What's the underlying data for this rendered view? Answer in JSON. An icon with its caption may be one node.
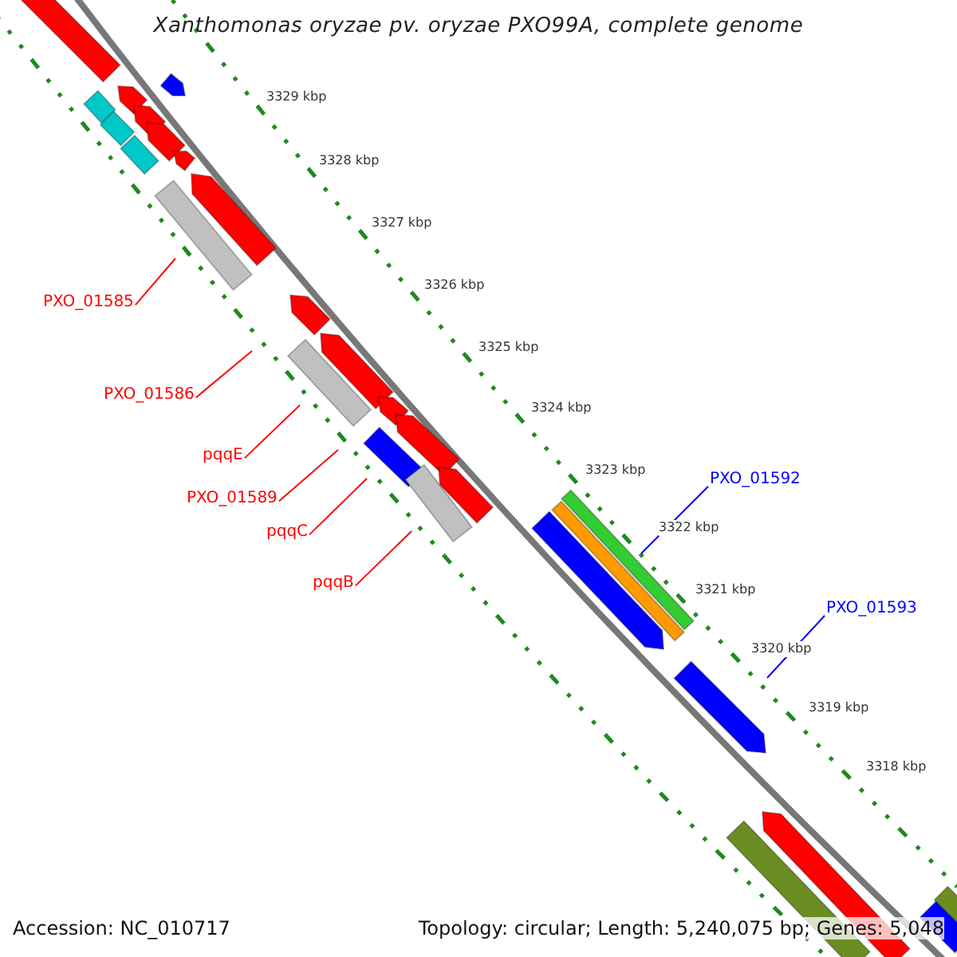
{
  "diagram": {
    "title": "Xanthomonas oryzae pv. oryzae PXO99A, complete genome",
    "nodes": [
      {
        "text": [
          "PXO_01585"
        ]
      },
      {
        "text": [
          "PXO_01586"
        ]
      },
      {
        "text": [
          "pqqE"
        ]
      },
      {
        "text": [
          "PXO_01589"
        ]
      },
      {
        "text": [
          "pqqC"
        ]
      },
      {
        "text": [
          "pqqB"
        ]
      },
      {
        "text": [
          "PXO_01592"
        ]
      },
      {
        "text": [
          "PXO_01593"
        ]
      }
    ],
    "edges": [
      {
        "from": 0,
        "to": null,
        "arrow": "none"
      },
      {
        "from": 1,
        "to": null,
        "arrow": "none"
      },
      {
        "from": 2,
        "to": null,
        "arrow": "none"
      },
      {
        "from": 3,
        "to": null,
        "arrow": "none"
      },
      {
        "from": 4,
        "to": null,
        "arrow": "none"
      },
      {
        "from": 5,
        "to": null,
        "arrow": "none"
      },
      {
        "from": 6,
        "to": null,
        "arrow": "none",
        "color": "#0000ff"
      },
      {
        "from": 7,
        "to": null,
        "arrow": "none",
        "color": "#0000ff"
      }
    ],
    "labels": [
      "3329 kbp",
      "3328 kbp",
      "3327 kbp",
      "3326 kbp",
      "3325 kbp",
      "3324 kbp",
      "3323 kbp",
      "3322 kbp",
      "3321 kbp",
      "3320 kbp",
      "3319 kbp",
      "3318 kbp",
      "Accession: NC_010717",
      "Topology: circular; Length: 5,240,075 bp; Genes: 5,048"
    ]
  }
}
